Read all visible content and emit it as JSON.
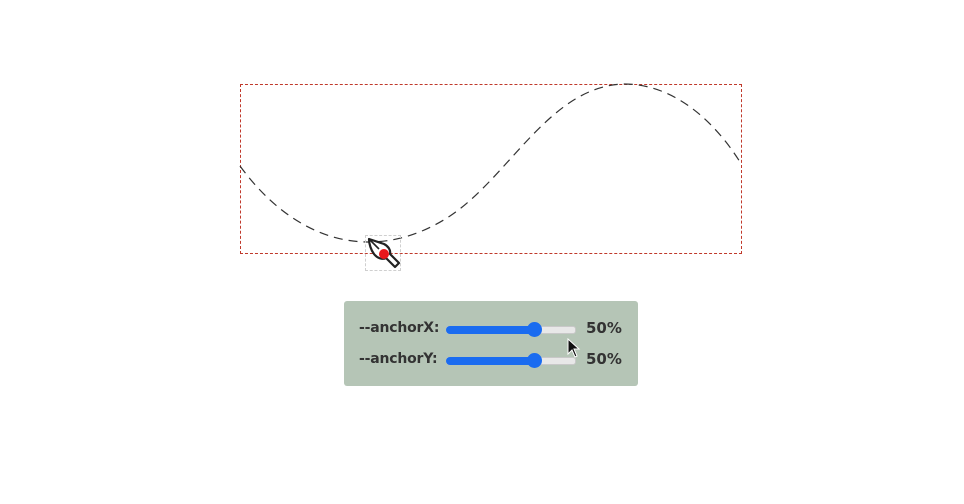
{
  "controls": {
    "anchor_x": {
      "label": "--anchorX:",
      "value_text": "50%",
      "value": 0.5
    },
    "anchor_y": {
      "label": "--anchorY:",
      "value_text": "50%",
      "value": 0.5
    }
  },
  "colors": {
    "box_border": "#c0392b",
    "curve_stroke": "#333333",
    "anchor_dot": "#e8171b",
    "panel_background": "#b5c5b6",
    "slider_accent": "#1a6cf0"
  },
  "icons": {
    "moving_element": "pen-nib-icon",
    "cursor": "mouse-pointer-icon"
  }
}
